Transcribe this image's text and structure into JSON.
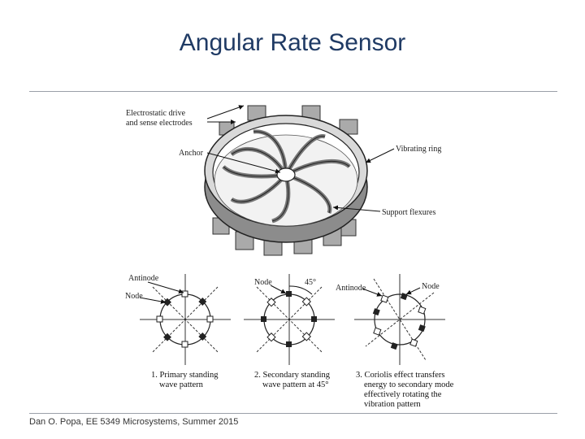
{
  "slide": {
    "title": "Angular Rate Sensor",
    "footer": "Dan O. Popa, EE 5349 Microsystems, Summer 2015"
  },
  "diagram": {
    "labels": {
      "electrodes_line1": "Electrostatic drive",
      "electrodes_line2": "and sense electrodes",
      "anchor": "Anchor",
      "vibrating_ring": "Vibrating ring",
      "support_flexures": "Support flexures"
    },
    "patterns": [
      {
        "antinode": "Antinode",
        "node": "Node",
        "caption_line1": "1. Primary standing",
        "caption_line2": "wave pattern"
      },
      {
        "node": "Node",
        "angle": "45°",
        "caption_line1": "2. Secondary standing",
        "caption_line2": "wave pattern at 45°"
      },
      {
        "antinode": "Antinode",
        "node": "Node",
        "caption_line1": "3. Coriolis effect transfers",
        "caption_line2": "energy to secondary mode",
        "caption_line3": "effectively rotating the",
        "caption_line4": "vibration pattern"
      }
    ]
  }
}
